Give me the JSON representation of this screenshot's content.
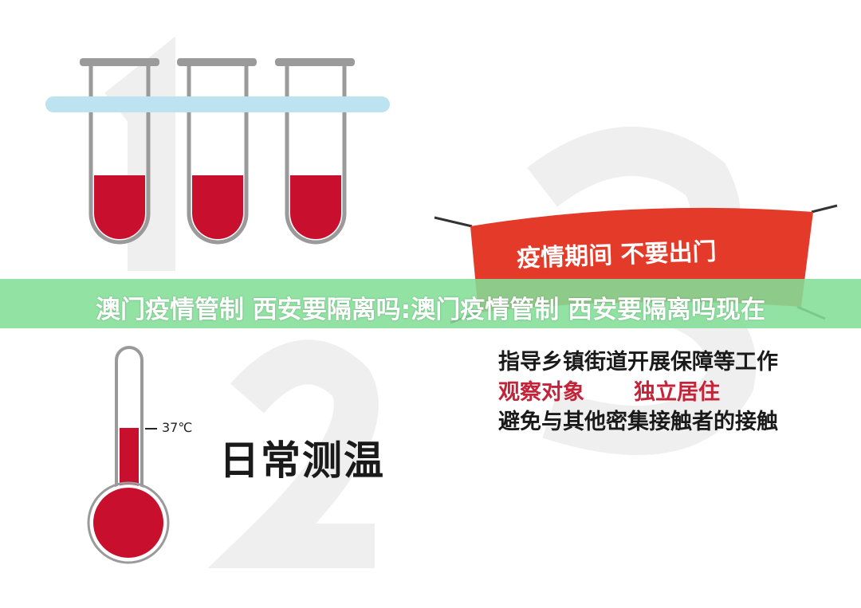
{
  "illustration": {
    "colors": {
      "blood_red": "#c8102e",
      "tube_grey": "#9a9a9a",
      "rack_blue": "#bde3f0",
      "banner_red": "#e33a2a",
      "number_grey": "#eeeeee"
    },
    "big_numbers": [
      "1",
      "2",
      "3"
    ],
    "thermometer_label": "37℃",
    "daily_title": "日常测温",
    "banner_text": "疫情期间 不要出门",
    "lines": {
      "line1": "指导乡镇街道开展保障等工作",
      "line2_a": "观察对象",
      "line2_b": "独立居住",
      "line3": "避免与其他密集接触者的接触"
    }
  },
  "overlay": {
    "title": "澳门疫情管制 西安要隔离吗:澳门疫情管制 西安要隔离吗现在",
    "color": "#82de96"
  }
}
